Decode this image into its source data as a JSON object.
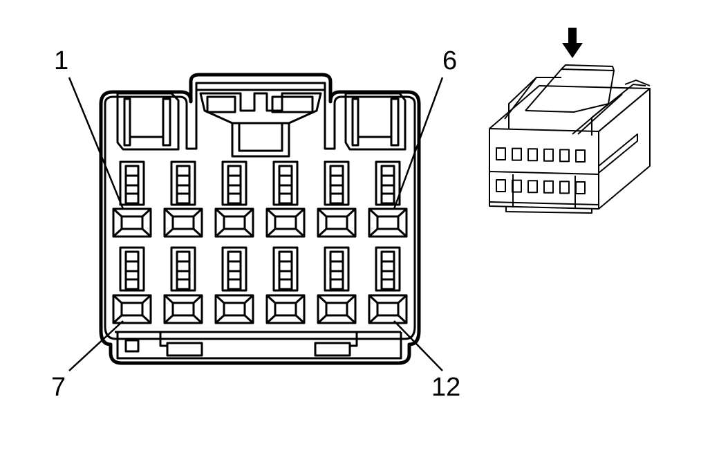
{
  "labels": {
    "pin_1": "1",
    "pin_6": "6",
    "pin_7": "7",
    "pin_12": "12"
  },
  "connector": {
    "cavity_rows": 2,
    "cavities_per_row": 6,
    "pin_count": 12
  },
  "colors": {
    "line": "#000000",
    "background": "#ffffff"
  },
  "icons": {
    "insertion_direction": "down-arrow-icon"
  }
}
